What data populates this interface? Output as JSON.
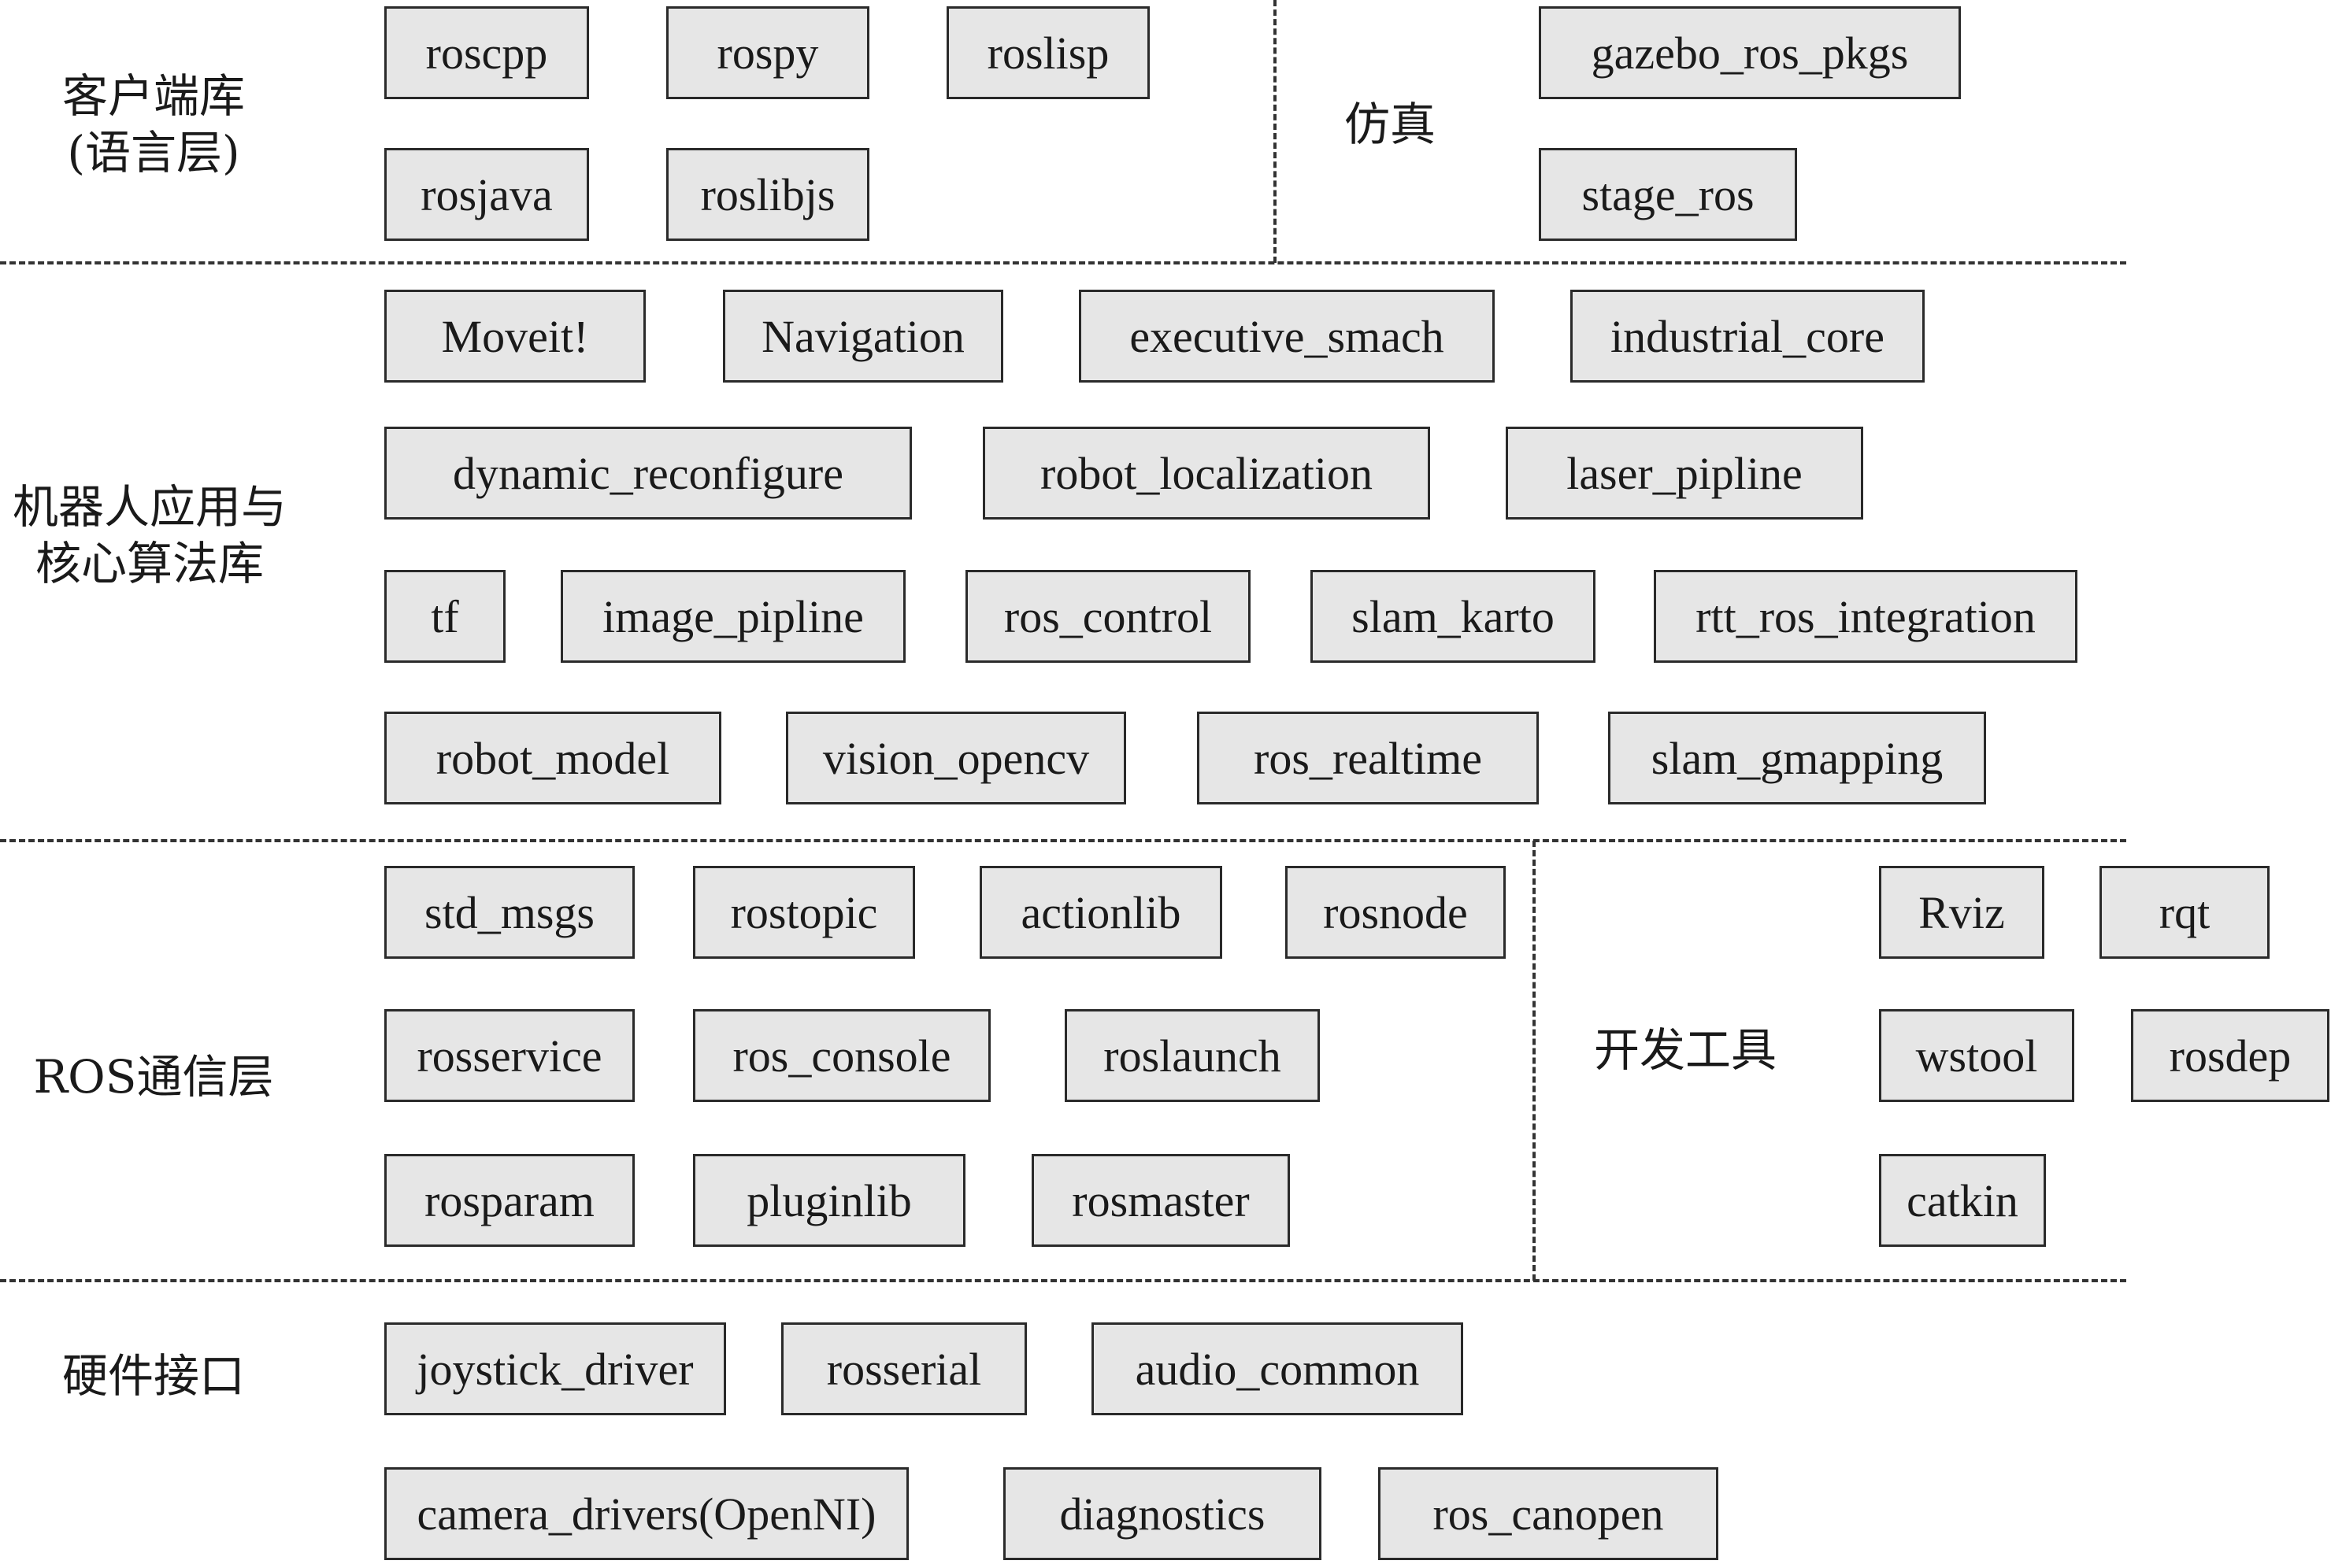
{
  "layers": {
    "client": {
      "label_line1": "客户端库",
      "label_line2": "(语言层)",
      "items": [
        "roscpp",
        "rospy",
        "roslisp",
        "rosjava",
        "roslibjs"
      ]
    },
    "simulation": {
      "label": "仿真",
      "items": [
        "gazebo_ros_pkgs",
        "stage_ros"
      ]
    },
    "apps": {
      "label_line1": "机器人应用与",
      "label_line2": "核心算法库",
      "items": [
        "Moveit!",
        "Navigation",
        "executive_smach",
        "industrial_core",
        "dynamic_reconfigure",
        "robot_localization",
        "laser_pipline",
        "tf",
        "image_pipline",
        "ros_control",
        "slam_karto",
        "rtt_ros_integration",
        "robot_model",
        "vision_opencv",
        "ros_realtime",
        "slam_gmapping"
      ]
    },
    "comm": {
      "label": "ROS通信层",
      "items": [
        "std_msgs",
        "rostopic",
        "actionlib",
        "rosnode",
        "rosservice",
        "ros_console",
        "roslaunch",
        "rosparam",
        "pluginlib",
        "rosmaster"
      ]
    },
    "devtools": {
      "label": "开发工具",
      "items": [
        "Rviz",
        "rqt",
        "wstool",
        "rosdep",
        "catkin"
      ]
    },
    "hardware": {
      "label": "硬件接口",
      "items": [
        "joystick_driver",
        "rosserial",
        "audio_common",
        "camera_drivers(OpenNI)",
        "diagnostics",
        "ros_canopen"
      ]
    }
  }
}
